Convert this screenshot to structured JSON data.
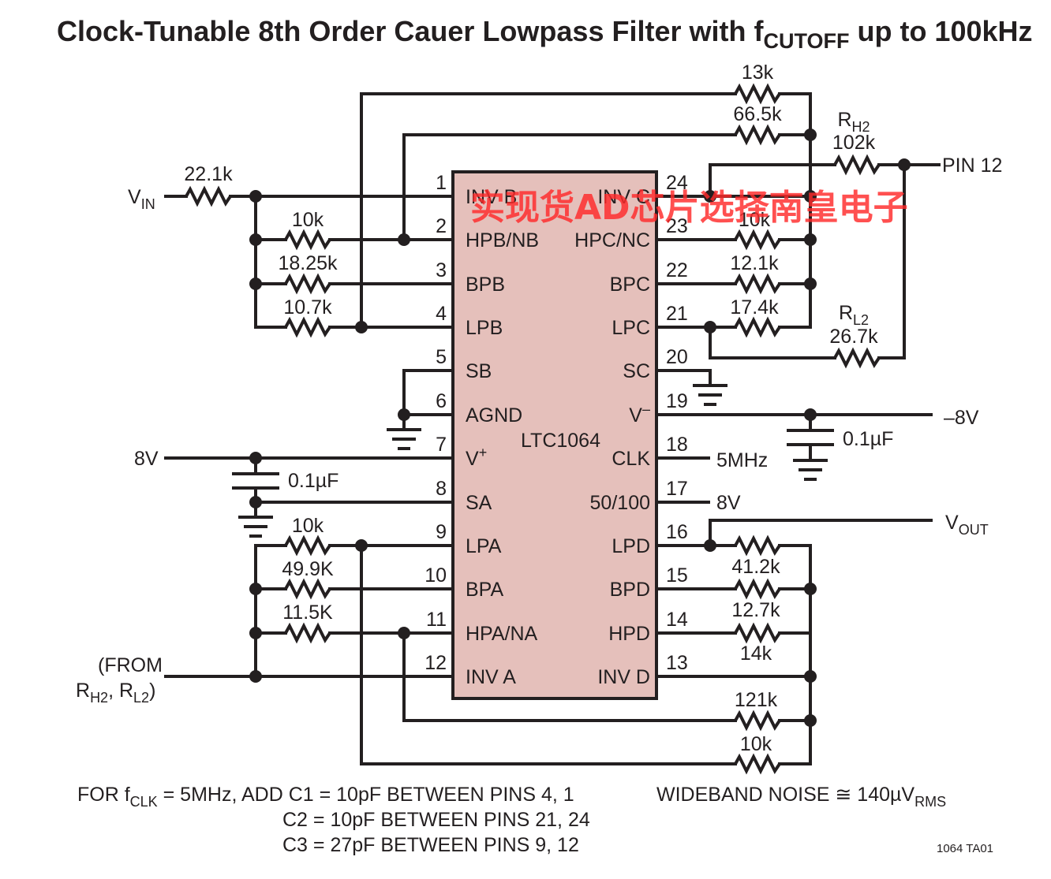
{
  "title": {
    "main": "Clock-Tunable 8th Order Cauer Lowpass Filter with f",
    "sub": "CUTOFF",
    "tail": " up to 100kHz"
  },
  "chip": {
    "name": "LTC1064",
    "left_pins": [
      {
        "num": "1",
        "label": "INV B"
      },
      {
        "num": "2",
        "label": "HPB/NB"
      },
      {
        "num": "3",
        "label": "BPB"
      },
      {
        "num": "4",
        "label": "LPB"
      },
      {
        "num": "5",
        "label": "SB"
      },
      {
        "num": "6",
        "label": "AGND"
      },
      {
        "num": "7",
        "label": "V"
      },
      {
        "num": "8",
        "label": "SA"
      },
      {
        "num": "9",
        "label": "LPA"
      },
      {
        "num": "10",
        "label": "BPA"
      },
      {
        "num": "11",
        "label": "HPA/NA"
      },
      {
        "num": "12",
        "label": "INV A"
      }
    ],
    "v_plus_sup": "+",
    "right_pins": [
      {
        "num": "24",
        "label": "INV C"
      },
      {
        "num": "23",
        "label": "HPC/NC"
      },
      {
        "num": "22",
        "label": "BPC"
      },
      {
        "num": "21",
        "label": "LPC"
      },
      {
        "num": "20",
        "label": "SC"
      },
      {
        "num": "19",
        "label": "V"
      },
      {
        "num": "18",
        "label": "CLK"
      },
      {
        "num": "17",
        "label": "50/100"
      },
      {
        "num": "16",
        "label": "LPD"
      },
      {
        "num": "15",
        "label": "BPD"
      },
      {
        "num": "14",
        "label": "HPD"
      },
      {
        "num": "13",
        "label": "INV D"
      }
    ],
    "v_minus_sup": "–"
  },
  "resistors": {
    "r_13k": "13k",
    "r_66_5k": "66.5k",
    "r_rh2_name": "R",
    "r_rh2_sub": "H2",
    "r_102k": "102k",
    "r_22_1k": "22.1k",
    "r_10k_b": "10k",
    "r_18_25k": "18.25k",
    "r_10_7k": "10.7k",
    "r_10k_c": "10k",
    "r_12_1k": "12.1k",
    "r_17_4k": "17.4k",
    "r_rl2_name": "R",
    "r_rl2_sub": "L2",
    "r_26_7k": "26.7k",
    "r_10k_a": "10k",
    "r_49_9k": "49.9K",
    "r_11_5k": "11.5K",
    "r_41_2k": "41.2k",
    "r_12_7k": "12.7k",
    "r_14k": "14k",
    "r_121k": "121k",
    "r_10k_d": "10k"
  },
  "caps": {
    "c_neg": "0.1µF",
    "c_pos": "0.1µF"
  },
  "labels": {
    "vin_main": "V",
    "vin_sub": "IN",
    "vout_main": "V",
    "vout_sub": "OUT",
    "pin12": "PIN 12",
    "v_neg": "–8V",
    "v_pos": "8V",
    "clk": "5MHz",
    "v_50100": "8V",
    "from_1": "(FROM",
    "from_r1": "R",
    "from_r1_sub": "H2",
    "from_sep": ", R",
    "from_r2_sub": "L2",
    "from_close": ")"
  },
  "notes": {
    "line1_pre": "FOR f",
    "line1_sub": "CLK",
    "line1_post": " = 5MHz, ADD C1 = 10pF BETWEEN PINS 4, 1",
    "line2": "C2 = 10pF BETWEEN PINS 21, 24",
    "line3": "C3 = 27pF BETWEEN PINS 9, 12",
    "noise_pre": "WIDEBAND NOISE ≅ 140µV",
    "noise_sub": "RMS",
    "ref": "1064 TA01"
  },
  "watermark": "实现货AD芯片选择南皇电子"
}
